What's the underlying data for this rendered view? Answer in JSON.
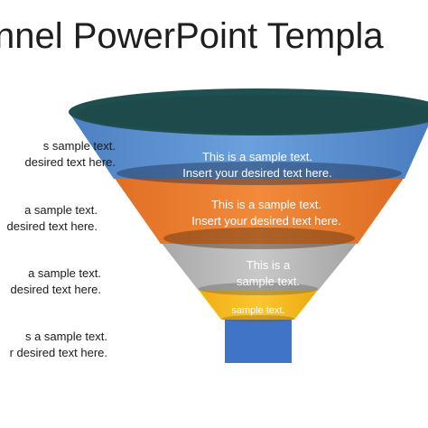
{
  "slide": {
    "title": "nnel PowerPoint Templa",
    "left_labels": [
      {
        "line1": "s sample text.",
        "line2": "desired text here."
      },
      {
        "line1": "a sample text.",
        "line2": "desired text here."
      },
      {
        "line1": "a sample text.",
        "line2": "desired text here."
      },
      {
        "line1": "s a sample text.",
        "line2": "r desired text here."
      }
    ],
    "funnel_segments": [
      {
        "line1": "This is a sample text.",
        "line2": "Insert your desired text here.",
        "color": "#5b8fce"
      },
      {
        "line1": "This is a sample text.",
        "line2": "Insert your desired text here.",
        "color": "#e87a2f"
      },
      {
        "line1": "This is a",
        "line2": "sample text.",
        "color": "#b3b3b3"
      },
      {
        "line1": "sample text.",
        "color": "#f5b820"
      }
    ],
    "funnel_top_color": "#1f4f50",
    "funnel_stem_color": "#3f74c6"
  }
}
